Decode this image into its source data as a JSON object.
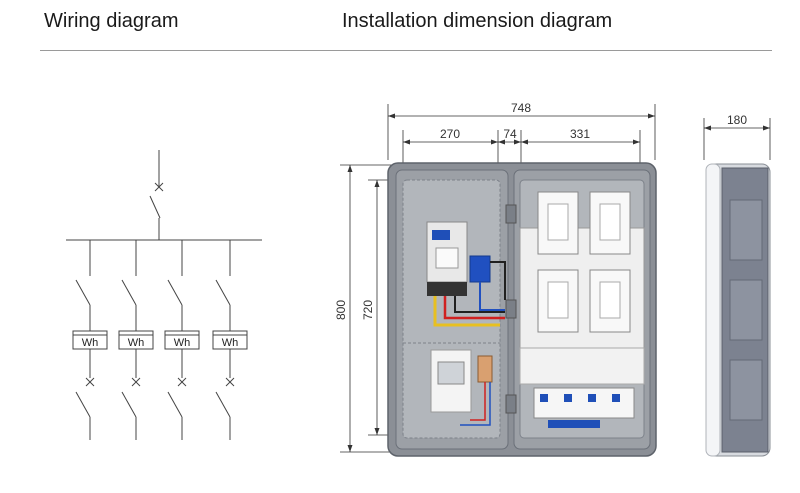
{
  "headings": {
    "wiring": "Wiring diagram",
    "installation": "Installation dimension diagram"
  },
  "meter_label": "Wh",
  "meters": [
    "Wh",
    "Wh",
    "Wh",
    "Wh"
  ],
  "dimensions": {
    "width_total": "748",
    "left_width": "270",
    "middle_width": "74",
    "right_width": "331",
    "height_total": "800",
    "height_inner": "720",
    "depth": "180"
  },
  "colors": {
    "line": "#444444",
    "enclosure": "#8b8f96",
    "enclosure_dark": "#6b7079",
    "panel_light": "#f2f2f2",
    "wire_red": "#d02020",
    "wire_yellow": "#e8c020",
    "wire_blue": "#2050c0",
    "wire_black": "#202020",
    "accent_blue": "#1f4fb8"
  }
}
